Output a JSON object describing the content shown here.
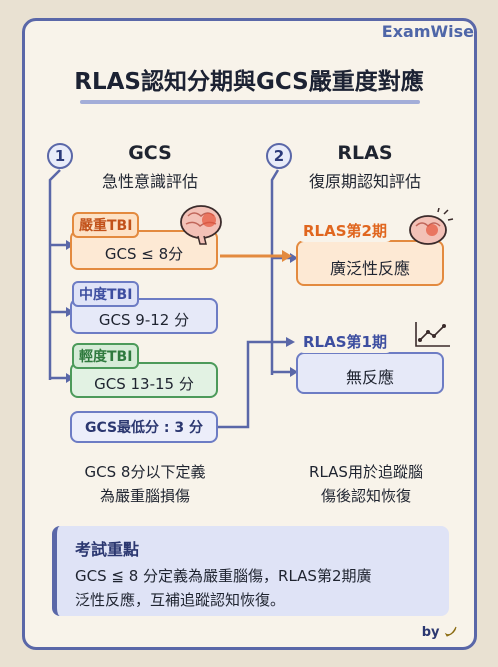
{
  "brand": "ExamWise",
  "title": "RLAS認知分期與GCS嚴重度對應",
  "left": {
    "number": "1",
    "title": "GCS",
    "subtitle": "急性意識評估",
    "severe": {
      "tag": "嚴重TBI",
      "value": "GCS ≤ 8分"
    },
    "moderate": {
      "tag": "中度TBI",
      "value": "GCS 9-12 分"
    },
    "mild": {
      "tag": "輕度TBI",
      "value": "GCS 13-15 分"
    },
    "lowest": "GCS最低分 : 3 分",
    "caption_line1": "GCS 8分以下定義",
    "caption_line2": "為嚴重腦損傷"
  },
  "right": {
    "number": "2",
    "title": "RLAS",
    "subtitle": "復原期認知評估",
    "stage2": {
      "tag": "RLAS第2期",
      "value": "廣泛性反應"
    },
    "stage1": {
      "tag": "RLAS第1期",
      "value": "無反應"
    },
    "caption_line1": "RLAS用於追蹤腦",
    "caption_line2": "傷後認知恢復"
  },
  "keypoint": {
    "title": "考試重點",
    "line1": "GCS ≦ 8 分定義為嚴重腦傷，RLAS第2期廣",
    "line2": "泛性反應，互補追蹤認知恢復。"
  },
  "byline": "by",
  "icons": [
    "brain-icon",
    "brain-icon",
    "line-chart-icon",
    "banana-icon"
  ],
  "colors": {
    "accent": "#5a67a8",
    "orange": "#e38a3f",
    "green": "#4c9a5a"
  }
}
